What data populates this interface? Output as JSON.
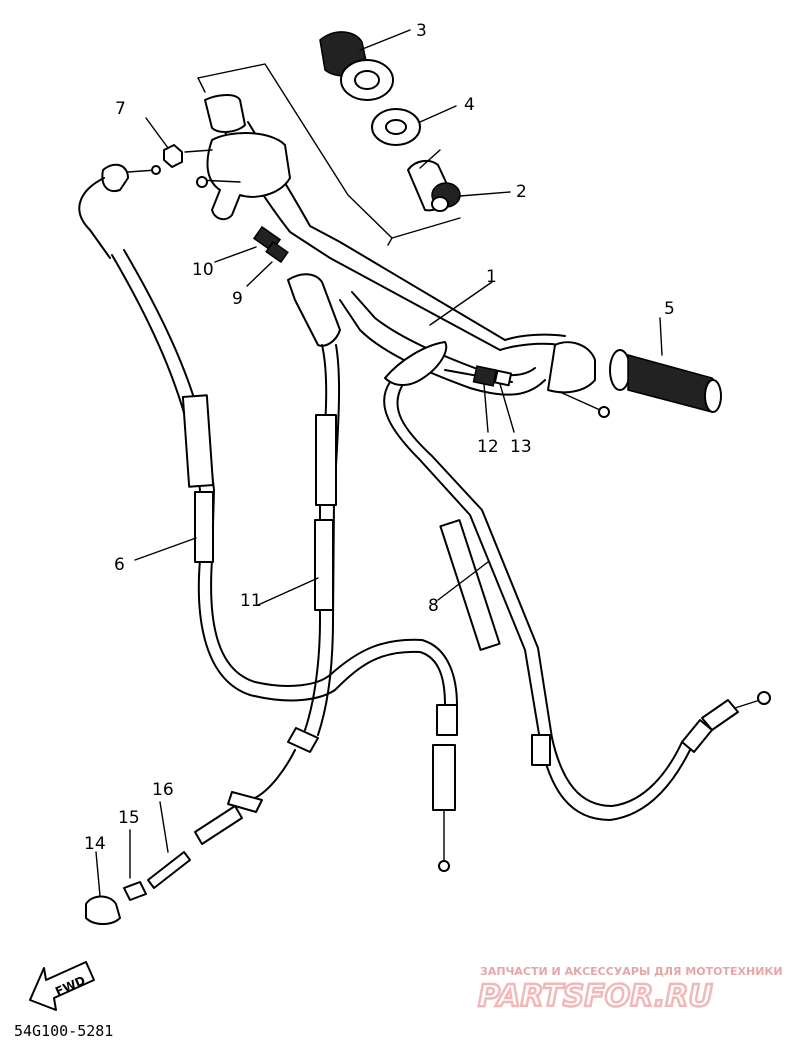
{
  "parts": [
    {
      "id": "part-1",
      "label": "1"
    },
    {
      "id": "part-2",
      "label": "2"
    },
    {
      "id": "part-3",
      "label": "3"
    },
    {
      "id": "part-4",
      "label": "4"
    },
    {
      "id": "part-5",
      "label": "5"
    },
    {
      "id": "part-6",
      "label": "6"
    },
    {
      "id": "part-7",
      "label": "7"
    },
    {
      "id": "part-8",
      "label": "8"
    },
    {
      "id": "part-9",
      "label": "9"
    },
    {
      "id": "part-10",
      "label": "10"
    },
    {
      "id": "part-11",
      "label": "11"
    },
    {
      "id": "part-12",
      "label": "12"
    },
    {
      "id": "part-13",
      "label": "13"
    },
    {
      "id": "part-14",
      "label": "14"
    },
    {
      "id": "part-15",
      "label": "15"
    },
    {
      "id": "part-16",
      "label": "16"
    }
  ],
  "direction_marker": "FWD",
  "diagram_code": "54G100-5281",
  "watermark": {
    "caption": "ЗАПЧАСТИ И АКСЕССУАРЫ ДЛЯ МОТОТЕХНИКИ",
    "brand": "PARTSFOR.RU"
  }
}
